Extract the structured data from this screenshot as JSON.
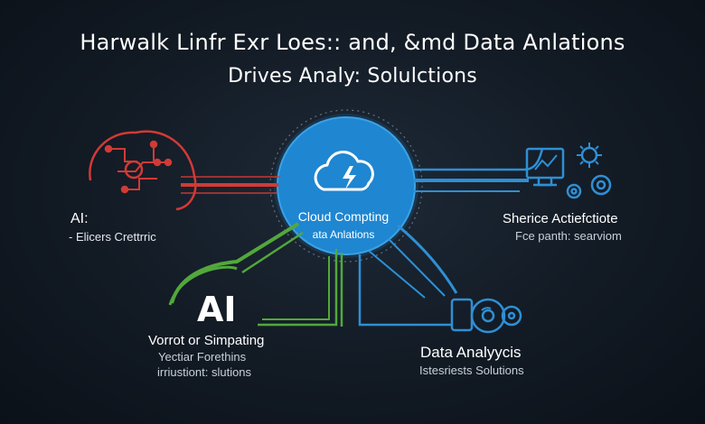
{
  "header": {
    "title_line1": "Harwalk Linfr Exr Loes:: and, &md Data Anlations",
    "title_line2": "Drives Analy: Solulctions"
  },
  "center_node": {
    "icon": "cloud-lightning-icon",
    "label_line1": "Cloud Compting",
    "label_line2": "ata Anlations",
    "color": "#1e84cf"
  },
  "nodes": {
    "ai_left": {
      "icon": "brain-circuit-icon",
      "title": "AI:",
      "subtitle": "- Elicers Crettrric",
      "color": "#d23a35"
    },
    "ai_bottom": {
      "big_text": "AI",
      "title": "Vorrot or Simpating",
      "line2": "Yectiar Forethins",
      "line3": "irriustiont: slutions",
      "color": "#52a83c"
    },
    "service_right": {
      "icon": "monitor-gears-icon",
      "title": "Sherice Actiefctiote",
      "subtitle": "Fce panth: searviom",
      "color": "#2f8fd4"
    },
    "data_bottom_right": {
      "icon": "devices-disc-icon",
      "title": "Data Analyycis",
      "subtitle": "Istesriests Solutions",
      "color": "#2f8fd4"
    }
  },
  "colors": {
    "background": "#131b25",
    "red": "#d23a35",
    "green": "#52a83c",
    "blue": "#2f8fd4"
  }
}
